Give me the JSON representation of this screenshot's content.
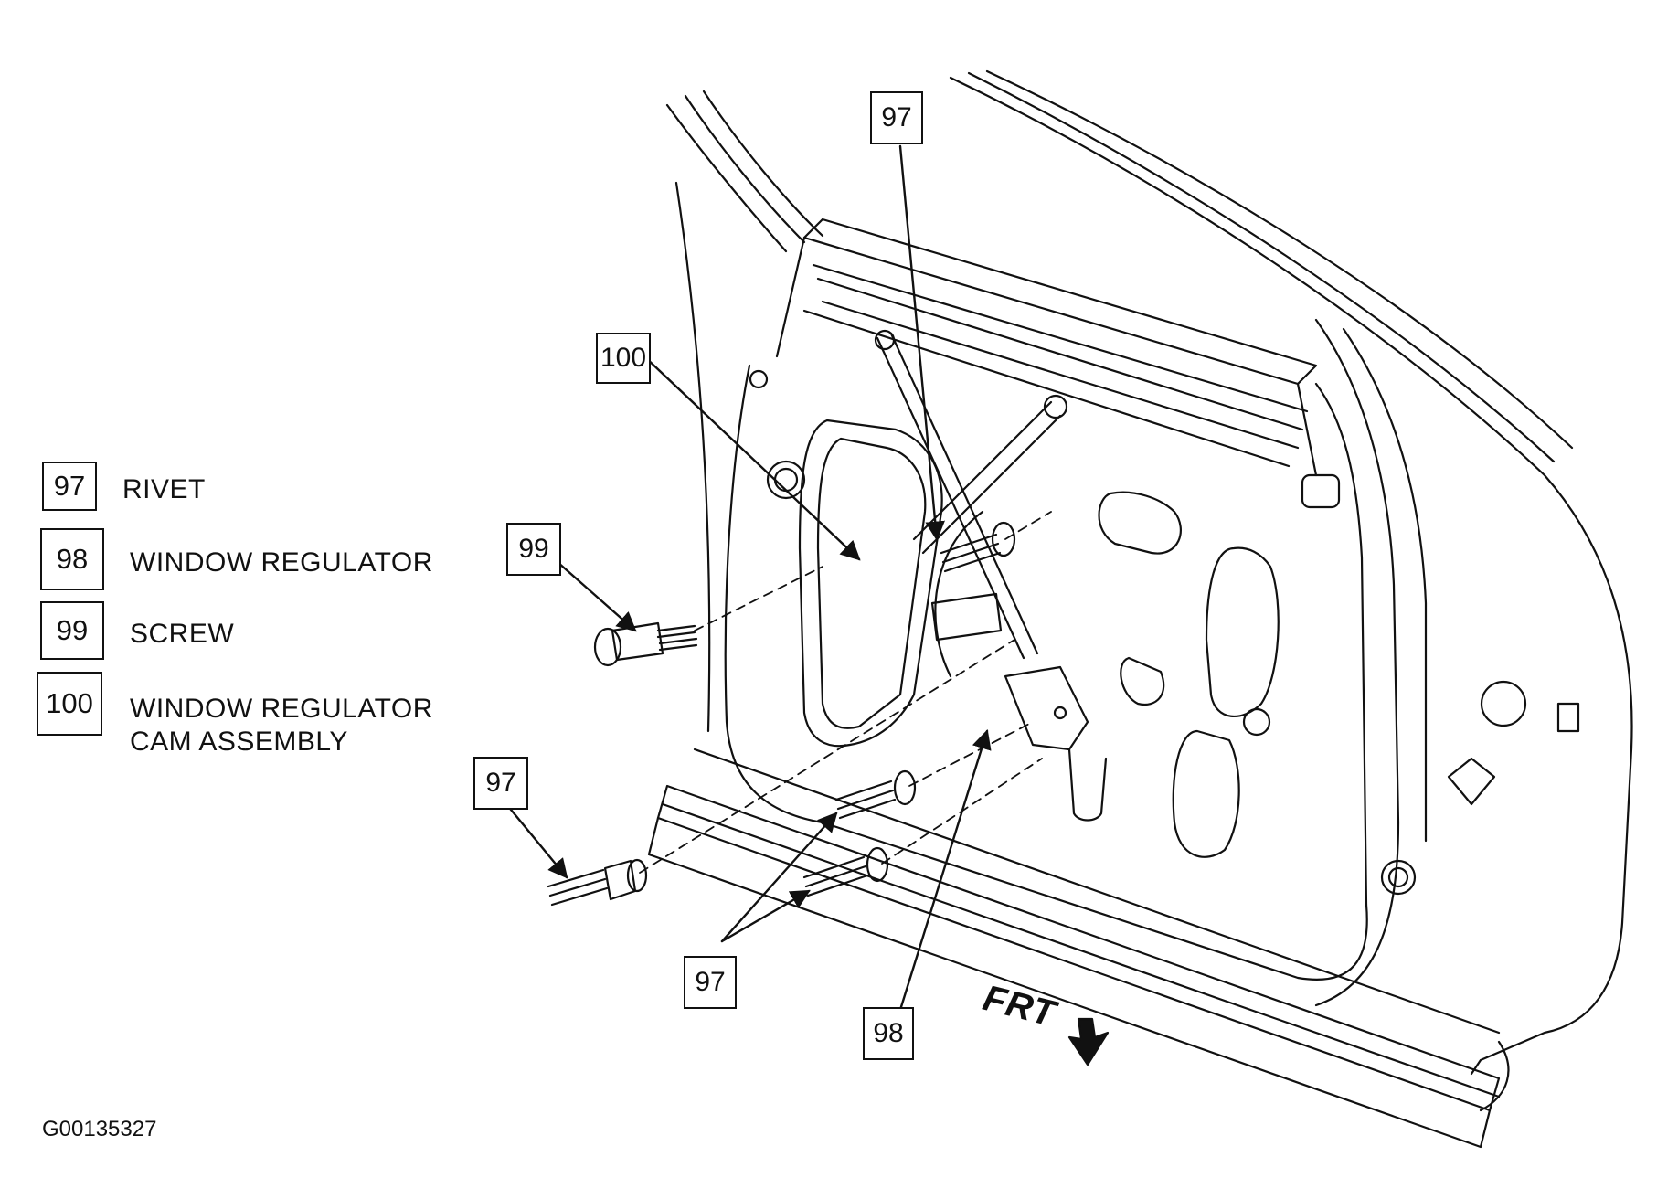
{
  "legend": [
    {
      "num": "97",
      "text": "RIVET"
    },
    {
      "num": "98",
      "text": "WINDOW REGULATOR"
    },
    {
      "num": "99",
      "text": "SCREW"
    },
    {
      "num": "100",
      "text": "WINDOW REGULATOR",
      "text2": "CAM ASSEMBLY"
    }
  ],
  "callouts": {
    "c97_top": "97",
    "c100": "100",
    "c99": "99",
    "c97_left": "97",
    "c97_bottom": "97",
    "c98": "98"
  },
  "frt_label": "FRT",
  "figure_id": "G00135327"
}
